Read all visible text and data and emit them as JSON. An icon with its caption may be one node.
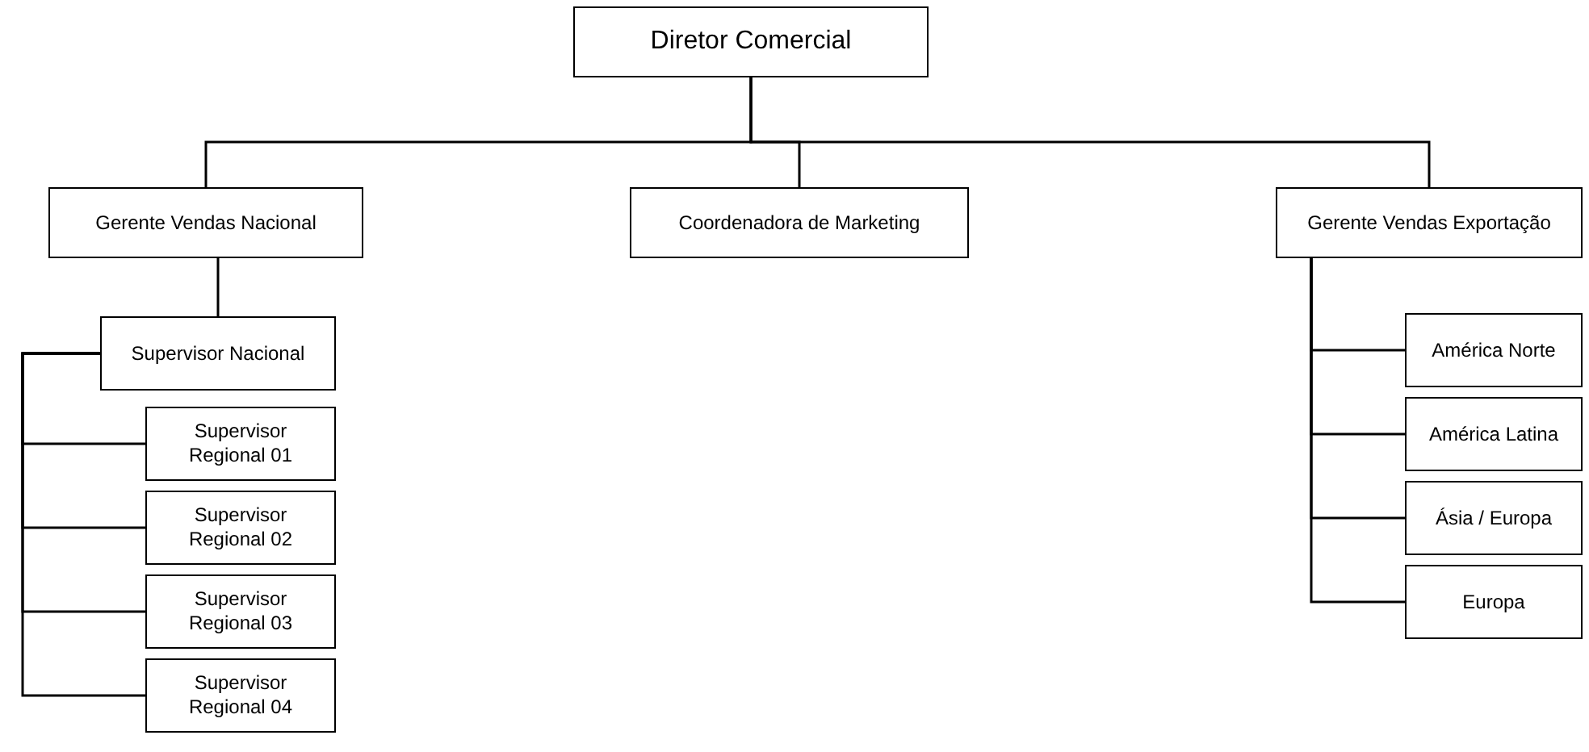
{
  "diagram": {
    "nodes": [
      {
        "text": [
          "Diretor Comercial"
        ]
      },
      {
        "text": [
          "Gerente Vendas Nacional"
        ]
      },
      {
        "text": [
          "Coordenadora de Marketing"
        ]
      },
      {
        "text": [
          "Gerente Vendas Exportação"
        ]
      },
      {
        "text": [
          "Supervisor Nacional"
        ]
      },
      {
        "text": [
          "Supervisor Regional 01"
        ]
      },
      {
        "text": [
          "Supervisor Regional 02"
        ]
      },
      {
        "text": [
          "Supervisor Regional 03"
        ]
      },
      {
        "text": [
          "Supervisor Regional 04"
        ]
      },
      {
        "text": [
          "América Norte"
        ]
      },
      {
        "text": [
          "América Latina"
        ]
      },
      {
        "text": [
          "Ásia / Europa"
        ]
      },
      {
        "text": [
          "Europa"
        ]
      }
    ],
    "edges": [
      {
        "from": 0,
        "to": 1,
        "arrow": "none"
      },
      {
        "from": 0,
        "to": 2,
        "arrow": "none"
      },
      {
        "from": 0,
        "to": 3,
        "arrow": "none"
      },
      {
        "from": 1,
        "to": 4,
        "arrow": "none"
      },
      {
        "from": 4,
        "to": 5,
        "arrow": "none"
      },
      {
        "from": 4,
        "to": 6,
        "arrow": "none"
      },
      {
        "from": 4,
        "to": 7,
        "arrow": "none"
      },
      {
        "from": 4,
        "to": 8,
        "arrow": "none"
      },
      {
        "from": 3,
        "to": 9,
        "arrow": "none"
      },
      {
        "from": 3,
        "to": 10,
        "arrow": "none"
      },
      {
        "from": 3,
        "to": 11,
        "arrow": "none"
      },
      {
        "from": 3,
        "to": 12,
        "arrow": "none"
      }
    ]
  }
}
